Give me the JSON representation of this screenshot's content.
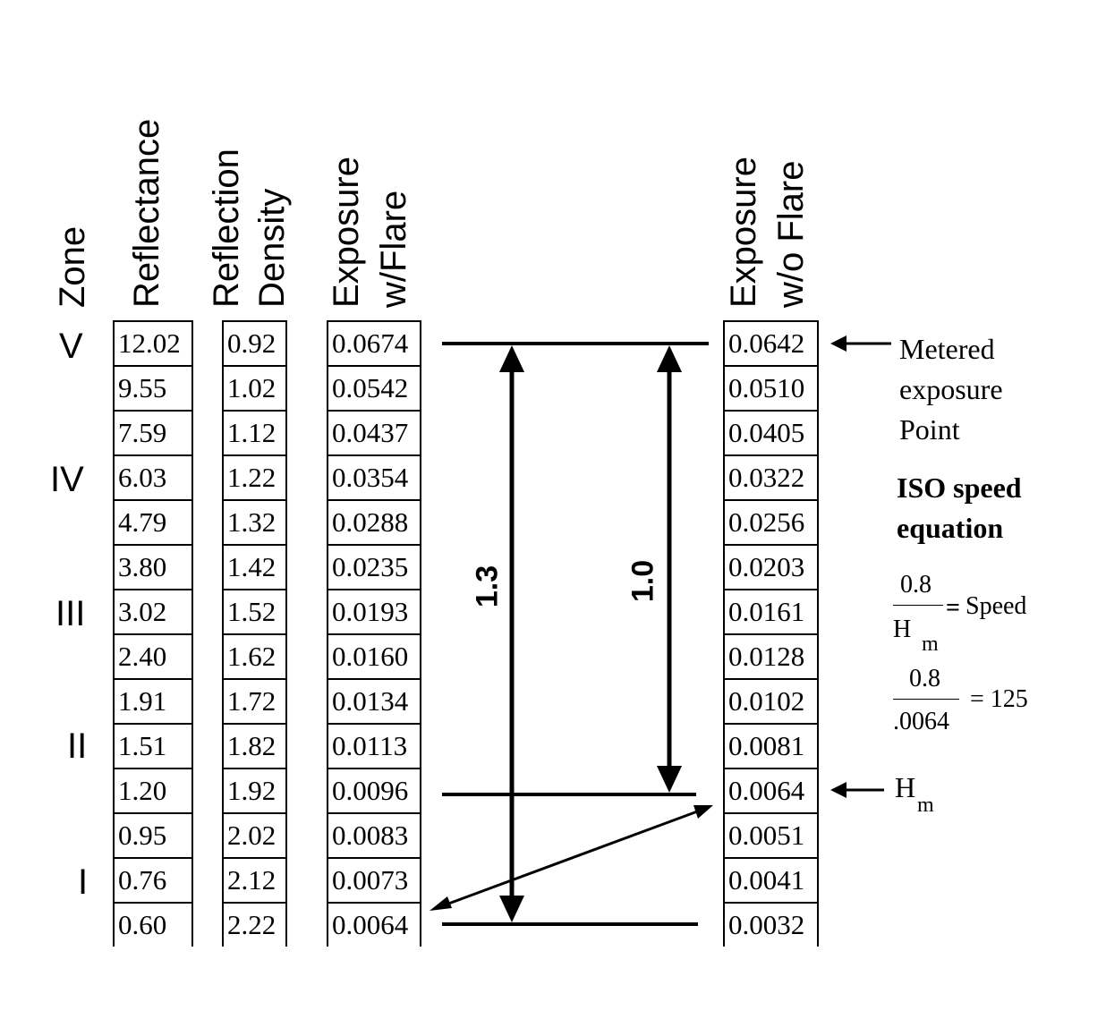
{
  "headers": {
    "zone": "Zone",
    "reflectance": "Reflectance",
    "reflection_density_line1": "Reflection",
    "reflection_density_line2": "Density",
    "exposure_flare_line1": "Exposure",
    "exposure_flare_line2": "w/Flare",
    "exposure_noflare_line1": "Exposure",
    "exposure_noflare_line2": "w/o Flare"
  },
  "zones": [
    "V",
    "IV",
    "III",
    "II",
    "I"
  ],
  "table": {
    "reflectance": [
      "12.02",
      "9.55",
      "7.59",
      "6.03",
      "4.79",
      "3.80",
      "3.02",
      "2.40",
      "1.91",
      "1.51",
      "1.20",
      "0.95",
      "0.76",
      "0.60"
    ],
    "reflection_density": [
      "0.92",
      "1.02",
      "1.12",
      "1.22",
      "1.32",
      "1.42",
      "1.52",
      "1.62",
      "1.72",
      "1.82",
      "1.92",
      "2.02",
      "2.12",
      "2.22"
    ],
    "exposure_with_flare": [
      "0.0674",
      "0.0542",
      "0.0437",
      "0.0354",
      "0.0288",
      "0.0235",
      "0.0193",
      "0.0160",
      "0.0134",
      "0.0113",
      "0.0096",
      "0.0083",
      "0.0073",
      "0.0064"
    ],
    "exposure_without_flare": [
      "0.0642",
      "0.0510",
      "0.0405",
      "0.0322",
      "0.0256",
      "0.0203",
      "0.0161",
      "0.0128",
      "0.0102",
      "0.0081",
      "0.0064",
      "0.0051",
      "0.0041",
      "0.0032"
    ]
  },
  "ranges": {
    "with_flare": "1.3",
    "without_flare": "1.0"
  },
  "annotations": {
    "metered_line1": "Metered",
    "metered_line2": "exposure",
    "metered_line3": "Point",
    "iso_line1": "ISO speed",
    "iso_line2": "equation",
    "eq1_numerator": "0.8",
    "eq1_denominator": "H",
    "eq1_denominator_sub": "m",
    "eq1_equals": "=",
    "eq1_result": "Speed",
    "eq2_numerator": "0.8",
    "eq2_denominator": ".0064",
    "eq2_result": "= 125",
    "hm_label": "H",
    "hm_sub": "m"
  }
}
